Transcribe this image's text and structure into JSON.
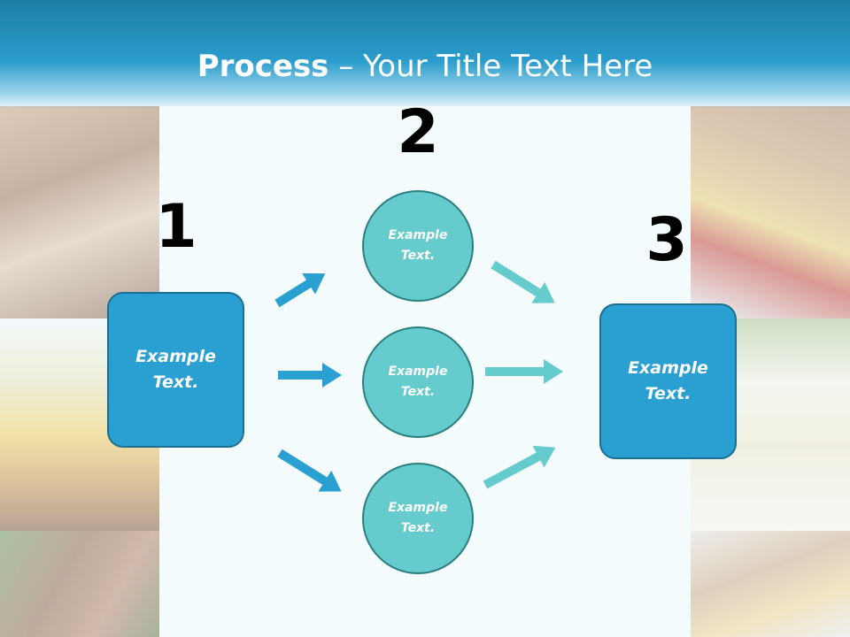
{
  "title": {
    "bold": "Process",
    "rest": " – Your Title Text Here"
  },
  "steps": [
    {
      "number": "1",
      "label": "Example\nText."
    },
    {
      "number": "2",
      "label": "Example\nText."
    },
    {
      "number": "3",
      "label": "Example\nText."
    }
  ],
  "circles": [
    {
      "label": "Example\nText."
    },
    {
      "label": "Example\nText."
    },
    {
      "label": "Example\nText."
    }
  ],
  "colors": {
    "box": "#2a9fd1",
    "circle": "#66cbcc",
    "arrow_in": "#2a9fd1",
    "arrow_out": "#66cbcc",
    "header": "#2a9ccc"
  }
}
